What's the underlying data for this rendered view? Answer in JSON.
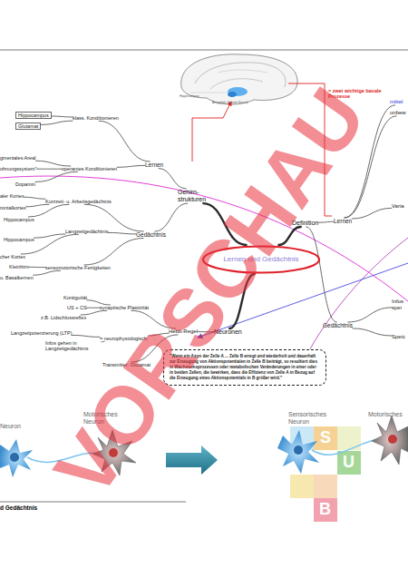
{
  "diagram": {
    "caption": "d Gedächtnis",
    "nodes": [
      {
        "text": [
          "Lernen und Gedächtnis"
        ]
      },
      {
        "text": [
          "Gehirn- strukturen"
        ]
      },
      {
        "text": [
          "Definition"
        ]
      },
      {
        "text": [
          "Neuronen"
        ]
      },
      {
        "text": [
          "Lernen"
        ]
      },
      {
        "text": [
          "Gedächtnis"
        ]
      },
      {
        "text": [
          "klass. Konditionieren"
        ]
      },
      {
        "text": [
          "operantes Konditionieren"
        ]
      },
      {
        "text": [
          "Hippocampus"
        ]
      },
      {
        "text": [
          "Glutamat"
        ]
      },
      {
        "text": [
          "gmentales Areal"
        ]
      },
      {
        "text": [
          "ohnungssystem\""
        ]
      },
      {
        "text": [
          "Dopamin"
        ]
      },
      {
        "text": [
          "Kurzzeit- u. Arbeitsgedächtnis"
        ]
      },
      {
        "text": [
          "Langzeitgedächtnis"
        ]
      },
      {
        "text": [
          "sensomotorische Fertigkeiten"
        ]
      },
      {
        "text": [
          "aler Kortex"
        ]
      },
      {
        "text": [
          "rontalkortex"
        ]
      },
      {
        "text": [
          "Hippocampus"
        ]
      },
      {
        "text": [
          "Hippocampus"
        ]
      },
      {
        "text": [
          "cher Kortex"
        ]
      },
      {
        "text": [
          "Kleinhirn"
        ]
      },
      {
        "text": [
          "u. Basalkernen"
        ]
      },
      {
        "text": [
          "Lernen"
        ]
      },
      {
        "text": [
          "Gedächtnis"
        ]
      },
      {
        "text": [
          "mittel"
        ]
      },
      {
        "text": [
          "unbew"
        ]
      },
      {
        "text": [
          "Varia"
        ]
      },
      {
        "text": [
          "Infos spei"
        ]
      },
      {
        "text": [
          "Speic"
        ]
      },
      {
        "text": [
          "Hebb-Regel"
        ]
      },
      {
        "text": [
          "synaptische Plastizität"
        ]
      },
      {
        "text": [
          "Kontiguität"
        ]
      },
      {
        "text": [
          "US + CS"
        ]
      },
      {
        "text": [
          "z.B. Lidschlussreflex"
        ]
      },
      {
        "text": [
          "= neurophysiologisch:"
        ]
      },
      {
        "text": [
          "Langzeitpotenzierung (LTP)"
        ]
      },
      {
        "text": [
          "Infos gehen in Langzeitgedächtnis"
        ]
      },
      {
        "text": [
          "Transmitter: Glutamat"
        ]
      },
      {
        "text": [
          "\"Wenn ein Axon der Zelle A ... Zelle B erregt und wiederholt und dauerhaft zur Erzeugung von Aktionspotentialen in Zelle B beiträgt, so resultiert dies in Wachstumsprozessen oder metabolischen Veränderungen in einer oder in beiden Zellen, die bewirken, dass die Effizienz von Zelle A in Bezug auf die Erzeugung eines Aktionspotentials in B größer wird.\""
        ]
      }
    ],
    "edges": [
      {
        "from": 0,
        "to": 1,
        "arrow": "none"
      },
      {
        "from": 0,
        "to": 2,
        "arrow": "none"
      },
      {
        "from": 0,
        "to": 3,
        "arrow": "none"
      },
      {
        "from": 1,
        "to": 4,
        "arrow": "none"
      },
      {
        "from": 1,
        "to": 5,
        "arrow": "none"
      },
      {
        "from": 4,
        "to": 6,
        "arrow": "none"
      },
      {
        "from": 4,
        "to": 7,
        "arrow": "none"
      },
      {
        "from": 6,
        "to": 8,
        "arrow": "none"
      },
      {
        "from": 6,
        "to": 9,
        "arrow": "none"
      },
      {
        "from": 7,
        "to": 10,
        "arrow": "none"
      },
      {
        "from": 7,
        "to": 11,
        "arrow": "none"
      },
      {
        "from": 7,
        "to": 12,
        "arrow": "none"
      },
      {
        "from": 5,
        "to": 13,
        "arrow": "none"
      },
      {
        "from": 5,
        "to": 14,
        "arrow": "none"
      },
      {
        "from": 5,
        "to": 15,
        "arrow": "none"
      },
      {
        "from": 13,
        "to": 16,
        "arrow": "none"
      },
      {
        "from": 13,
        "to": 17,
        "arrow": "none"
      },
      {
        "from": 13,
        "to": 18,
        "arrow": "none"
      },
      {
        "from": 14,
        "to": 19,
        "arrow": "none"
      },
      {
        "from": 14,
        "to": 20,
        "arrow": "none"
      },
      {
        "from": 15,
        "to": 21,
        "arrow": "none"
      },
      {
        "from": 15,
        "to": 22,
        "arrow": "none"
      },
      {
        "from": 2,
        "to": 23,
        "arrow": "none"
      },
      {
        "from": 2,
        "to": 24,
        "arrow": "none"
      },
      {
        "from": 23,
        "to": 25,
        "arrow": "none"
      },
      {
        "from": 23,
        "to": 26,
        "arrow": "none"
      },
      {
        "from": 23,
        "to": 27,
        "arrow": "none"
      },
      {
        "from": 24,
        "to": 28,
        "arrow": "none"
      },
      {
        "from": 24,
        "to": 29,
        "arrow": "none"
      },
      {
        "from": 3,
        "to": 30,
        "arrow": "none"
      },
      {
        "from": 30,
        "to": 31,
        "arrow": "none"
      },
      {
        "from": 30,
        "to": 35,
        "arrow": "none"
      },
      {
        "from": 30,
        "to": 38,
        "arrow": "none"
      },
      {
        "from": 31,
        "to": 32,
        "arrow": "none"
      },
      {
        "from": 31,
        "to": 33,
        "arrow": "none"
      },
      {
        "from": 31,
        "to": 34,
        "arrow": "none"
      },
      {
        "from": 35,
        "to": 36,
        "arrow": "none"
      },
      {
        "from": 35,
        "to": 37,
        "arrow": "none"
      }
    ],
    "labels": [
      "= zwei wichtige basale Prozesse",
      "Hippocampus",
      "Amygdala (basale Kerne)",
      "Neuron",
      "Motorisches Neuron",
      "Sensorisches Neuron",
      "Motorisches",
      "S",
      "U",
      "B",
      "VORSCHAU"
    ]
  }
}
